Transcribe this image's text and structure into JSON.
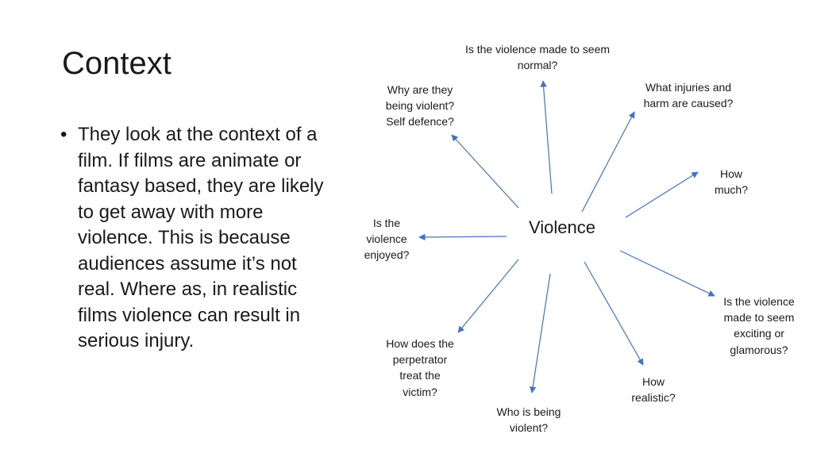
{
  "slide": {
    "title": "Context",
    "bullets": [
      "They look at the context of a film. If films are animate or fantasy based, they are likely to get away with more violence. This is because audiences assume it’s not real. Where as, in realistic films violence can result in serious injury."
    ]
  },
  "diagram": {
    "center": "Violence",
    "nodes": [
      {
        "id": "normal",
        "label": "Is the violence made to seem normal?"
      },
      {
        "id": "why",
        "label": "Why are they being violent? Self defence?"
      },
      {
        "id": "injuries",
        "label": "What injuries and harm are caused?"
      },
      {
        "id": "how-much",
        "label": "How much?"
      },
      {
        "id": "enjoyed",
        "label": "Is the violence enjoyed?"
      },
      {
        "id": "exciting",
        "label": "Is the violence made to seem exciting or glamorous?"
      },
      {
        "id": "perpetrator",
        "label": "How does the perpetrator treat the victim?"
      },
      {
        "id": "realistic",
        "label": "How realistic?"
      },
      {
        "id": "who",
        "label": "Who is being violent?"
      }
    ],
    "arrow_color": "#4472c4"
  }
}
